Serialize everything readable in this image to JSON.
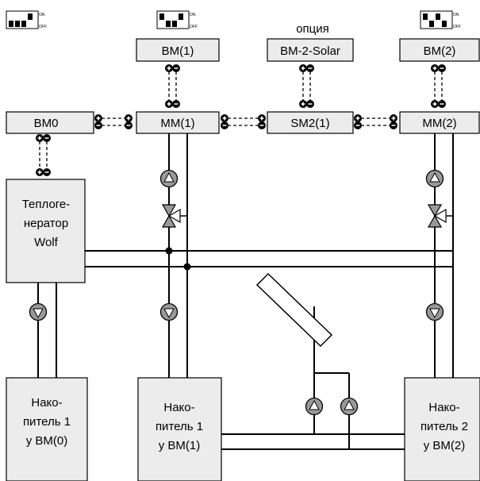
{
  "boxes": {
    "bm0": "BM0",
    "mm1": "MM(1)",
    "sm2": "SM2(1)",
    "mm2": "MM(2)",
    "bm1": "BM(1)",
    "bm2solar": "BM-2-Solar",
    "bm2": "BM(2)",
    "generator": [
      "Теплоге-",
      "нератор",
      "Wolf"
    ],
    "tank1_bm0": [
      "Нако-",
      "питель 1",
      "у BM(0)"
    ],
    "tank1_bm1": [
      "Нако-",
      "питель 1",
      "у BM(1)"
    ],
    "tank2_bm2": [
      "Нако-",
      "питель 2",
      "у BM(2)"
    ]
  },
  "option_label": "опция",
  "dip_switch": {
    "on": "ON",
    "off": "OFF"
  },
  "icons": [
    "dip-switch-icon",
    "plus-icon",
    "minus-icon",
    "pump-icon",
    "mixing-valve-icon",
    "solar-collector-icon"
  ]
}
